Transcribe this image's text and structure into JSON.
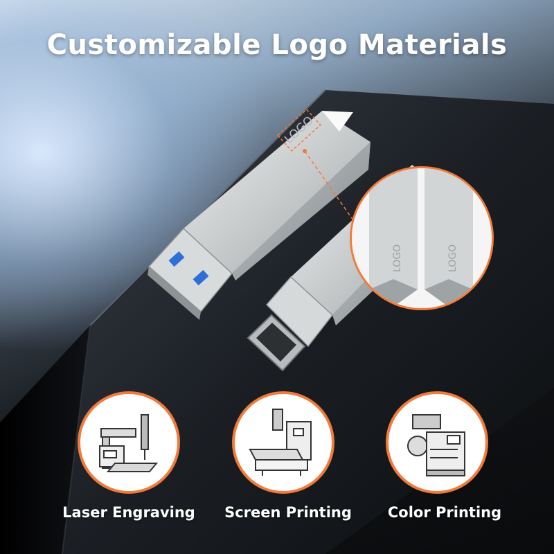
{
  "headline": "Customizable Logo Materials",
  "product": {
    "engraving_text": "LOGO"
  },
  "features": [
    {
      "label": "Laser Engraving",
      "icon": "laser-engraving-machine-icon"
    },
    {
      "label": "Screen Printing",
      "icon": "screen-printing-machine-icon"
    },
    {
      "label": "Color Printing",
      "icon": "color-printing-machine-icon"
    }
  ],
  "colors": {
    "accent": "#f27a3a",
    "headline": "#ffffff",
    "metal": "#d4d6d6"
  }
}
